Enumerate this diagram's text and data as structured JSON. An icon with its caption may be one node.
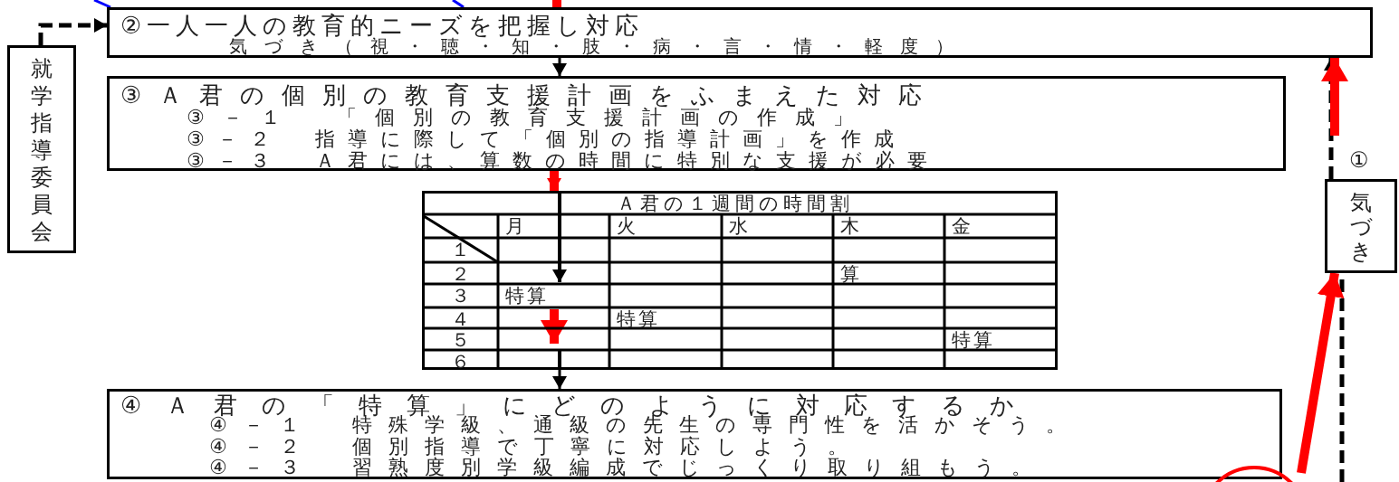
{
  "diagram": {
    "nodes": [
      {
        "text": [
          "就学指導委員会"
        ]
      },
      {
        "text": [
          "②一人一人の教育的ニーズを把握し対応",
          "気づき（視・聴・知・肢・病・言・情・軽度）"
        ]
      },
      {
        "text": [
          "③Ａ君の個別の教育支援計画をふまえた対応",
          "③－１　「個別の教育支援計画の作成」",
          "③－２　指導に際して「個別の指導計画」を作成",
          "③－３　Ａ君には、算数の時間に特別な支援が必要"
        ]
      },
      {
        "text": [
          "Ａ君の１週間の時間割"
        ]
      },
      {
        "text": [
          "④Ａ君の「特算」にどのように対応するか",
          "④－１　特殊学級、通級の先生の専門性を活かそう。",
          "④－２　個別指導で丁寧に対応しよう。",
          "④－３　習熟度別学級編成でじっくり取り組もう。"
        ]
      },
      {
        "text": [
          "気づき"
        ],
        "beside": [
          "①"
        ]
      },
      {
        "text": [],
        "shape": "circle"
      }
    ],
    "edges": [
      {
        "from": 0,
        "to": 1,
        "arrow": "to",
        "style": "dashed"
      },
      {
        "from": 1,
        "to": 2,
        "arrow": "to"
      },
      {
        "from": 2,
        "to": 3,
        "arrow": "to",
        "style": "thick",
        "color": "#ff0000"
      },
      {
        "from": 3,
        "to": 4,
        "arrow": "to"
      },
      {
        "from": 5,
        "to": 1,
        "arrow": "to",
        "style": "dashed"
      },
      {
        "from": null,
        "to": 1,
        "arrow": "to",
        "style": "thick",
        "color": "#ff0000"
      },
      {
        "from": null,
        "to": 5,
        "arrow": "none",
        "style": "dashed"
      },
      {
        "from": 6,
        "to": 5,
        "arrow": "to",
        "style": "thick",
        "color": "#ff0000"
      },
      {
        "from": null,
        "to": 1,
        "arrow": "to",
        "style": "thick",
        "color": "#ff0000"
      },
      {
        "from": null,
        "to": 1,
        "arrow": "none",
        "color": "#0000ff"
      },
      {
        "from": null,
        "to": 1,
        "arrow": "none",
        "color": "#0000ff"
      }
    ],
    "labels": [
      "月",
      "火",
      "水",
      "木",
      "金",
      "１",
      "２",
      "算",
      "３",
      "特算",
      "４",
      "特算",
      "５",
      "特算",
      "６"
    ]
  }
}
